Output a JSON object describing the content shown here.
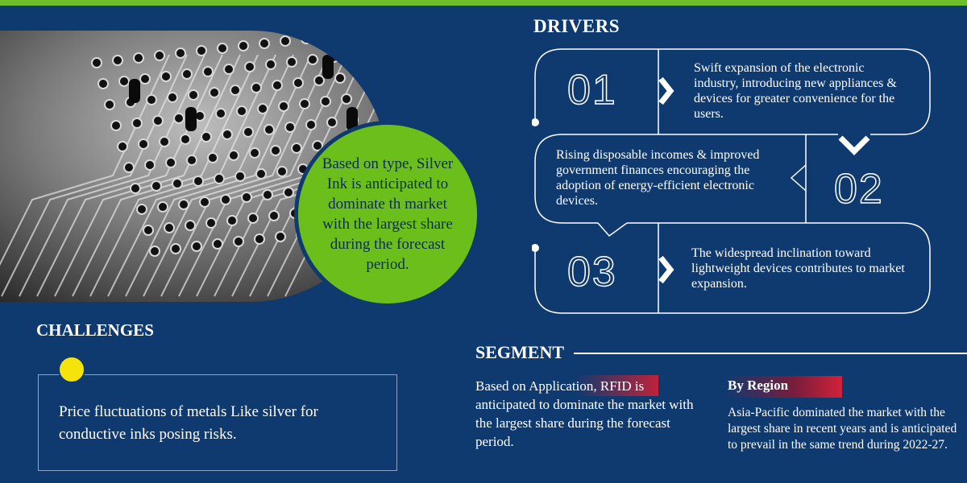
{
  "center_callout": "Based on type, Silver Ink is anticipated to dominate th market with the largest share during the forecast period.",
  "drivers": {
    "title": "DRIVERS",
    "items": [
      {
        "number": "01",
        "text": "Swift expansion of the electronic industry, introducing new appliances & devices for greater convenience for the users."
      },
      {
        "number": "02",
        "text": "Rising disposable incomes & improved government finances encouraging the adoption of energy-efficient electronic devices."
      },
      {
        "number": "03",
        "text": "The widespread inclination toward lightweight devices contributes to market expansion."
      }
    ]
  },
  "challenges": {
    "title": "CHALLENGES",
    "text": "Price fluctuations of metals Like silver for conductive inks posing risks."
  },
  "segment": {
    "title": "SEGMENT",
    "application_text": "Based on Application, RFID is anticipated to dominate the market with the largest share during the forecast period.",
    "region_title": "By Region",
    "region_text": "Asia-Pacific dominated the market with the largest share in recent years and is anticipated to prevail in the same trend during 2022-27."
  },
  "colors": {
    "background": "#0f3a70",
    "accent_green": "#6cbf1a",
    "accent_yellow": "#f5e30c",
    "accent_red": "#c0223a"
  }
}
